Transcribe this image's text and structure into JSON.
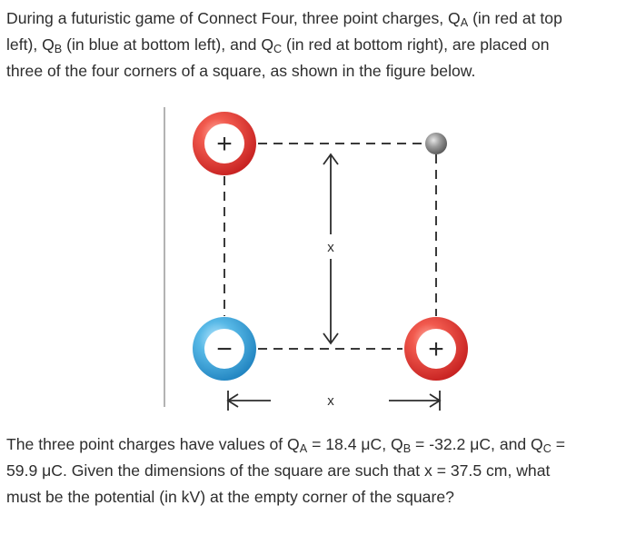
{
  "intro": {
    "line1": "During a futuristic game of Connect Four, three point charges, Q",
    "sub_a": "A",
    "line1b": " (in red at top",
    "line2": "left), Q",
    "sub_b": "B",
    "line2b": " (in blue at bottom left), and Q",
    "sub_c": "C",
    "line2c": " (in red at bottom right), are placed on",
    "line3": "three of the four corners of a square, as shown in the figure below."
  },
  "figure": {
    "charge_a_sign": "+",
    "charge_b_sign": "−",
    "charge_c_sign": "+",
    "vertical_label": "x",
    "horizontal_label": "x",
    "colors": {
      "positive_charge": "#e83a3a",
      "negative_charge": "#3aa4d6",
      "empty_corner": "#7a7a7a"
    }
  },
  "question": {
    "p1": "The three point charges have values of Q",
    "sub_a": "A",
    "v_a": " = 18.4 μC, Q",
    "sub_b": "B",
    "v_b": " = -32.2 μC, and Q",
    "sub_c": "C",
    "v_c": " =",
    "p2": "59.9 μC. Given the dimensions of the square are such that x = 37.5 cm, what",
    "p3": "must be the potential (in kV) at the empty corner of the square?"
  }
}
